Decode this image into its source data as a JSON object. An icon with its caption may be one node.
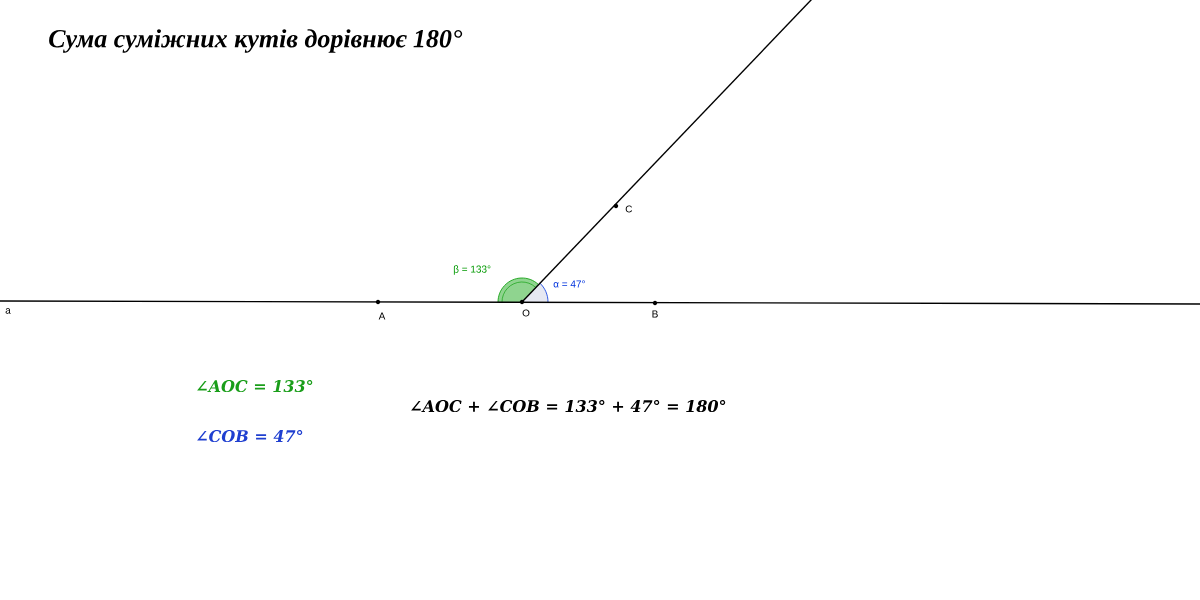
{
  "diagram": {
    "title": "Сума суміжних кутів дорівнює 180°",
    "labels": [
      "C",
      "β = 133°",
      "α = 47°",
      "a",
      "A",
      "O",
      "B",
      "∠AOC = 133°",
      "∠AOC + ∠COB = 133° + 47° = 180°",
      "∠COB = 47°"
    ]
  }
}
